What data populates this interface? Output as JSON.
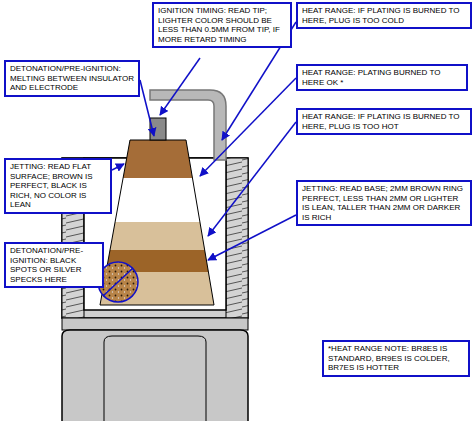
{
  "diagram": {
    "nodes": [
      {
        "text": [
          "IGNITION TIMING: READ TIP; LIGHTER COLOR SHOULD BE LESS THAN 0.5MM FROM TIP, IF MORE RETARD TIMING"
        ]
      },
      {
        "text": [
          "HEAT RANGE: IF PLATING IS BURNED TO HERE, PLUG IS TOO COLD"
        ]
      },
      {
        "text": [
          "DETONATION/PRE-IGNITION: MELTING BETWEEN INSULATOR AND ELECTRODE"
        ]
      },
      {
        "text": [
          "HEAT RANGE: PLATING BURNED TO HERE OK *"
        ]
      },
      {
        "text": [
          "HEAT RANGE: IF PLATING IS BURNED TO HERE, PLUG IS TOO HOT"
        ]
      },
      {
        "text": [
          "JETTING: READ FLAT SURFACE; BROWN IS PERFECT, BLACK IS RICH, NO COLOR IS LEAN"
        ]
      },
      {
        "text": [
          "JETTING: READ BASE; 2MM BROWN RING PERFECT, LESS THAN 2MM OR LIGHTER IS LEAN, TALLER THAN 2MM OR DARKER IS RICH"
        ]
      },
      {
        "text": [
          "DETONATION/PRE-IGNITION: BLACK SPOTS OR SILVER SPECKS HERE"
        ]
      },
      {
        "text": [
          "*HEAT RANGE NOTE: BR8ES IS STANDARD, BR9ES IS COLDER, BR7ES IS HOTTER"
        ]
      }
    ]
  }
}
